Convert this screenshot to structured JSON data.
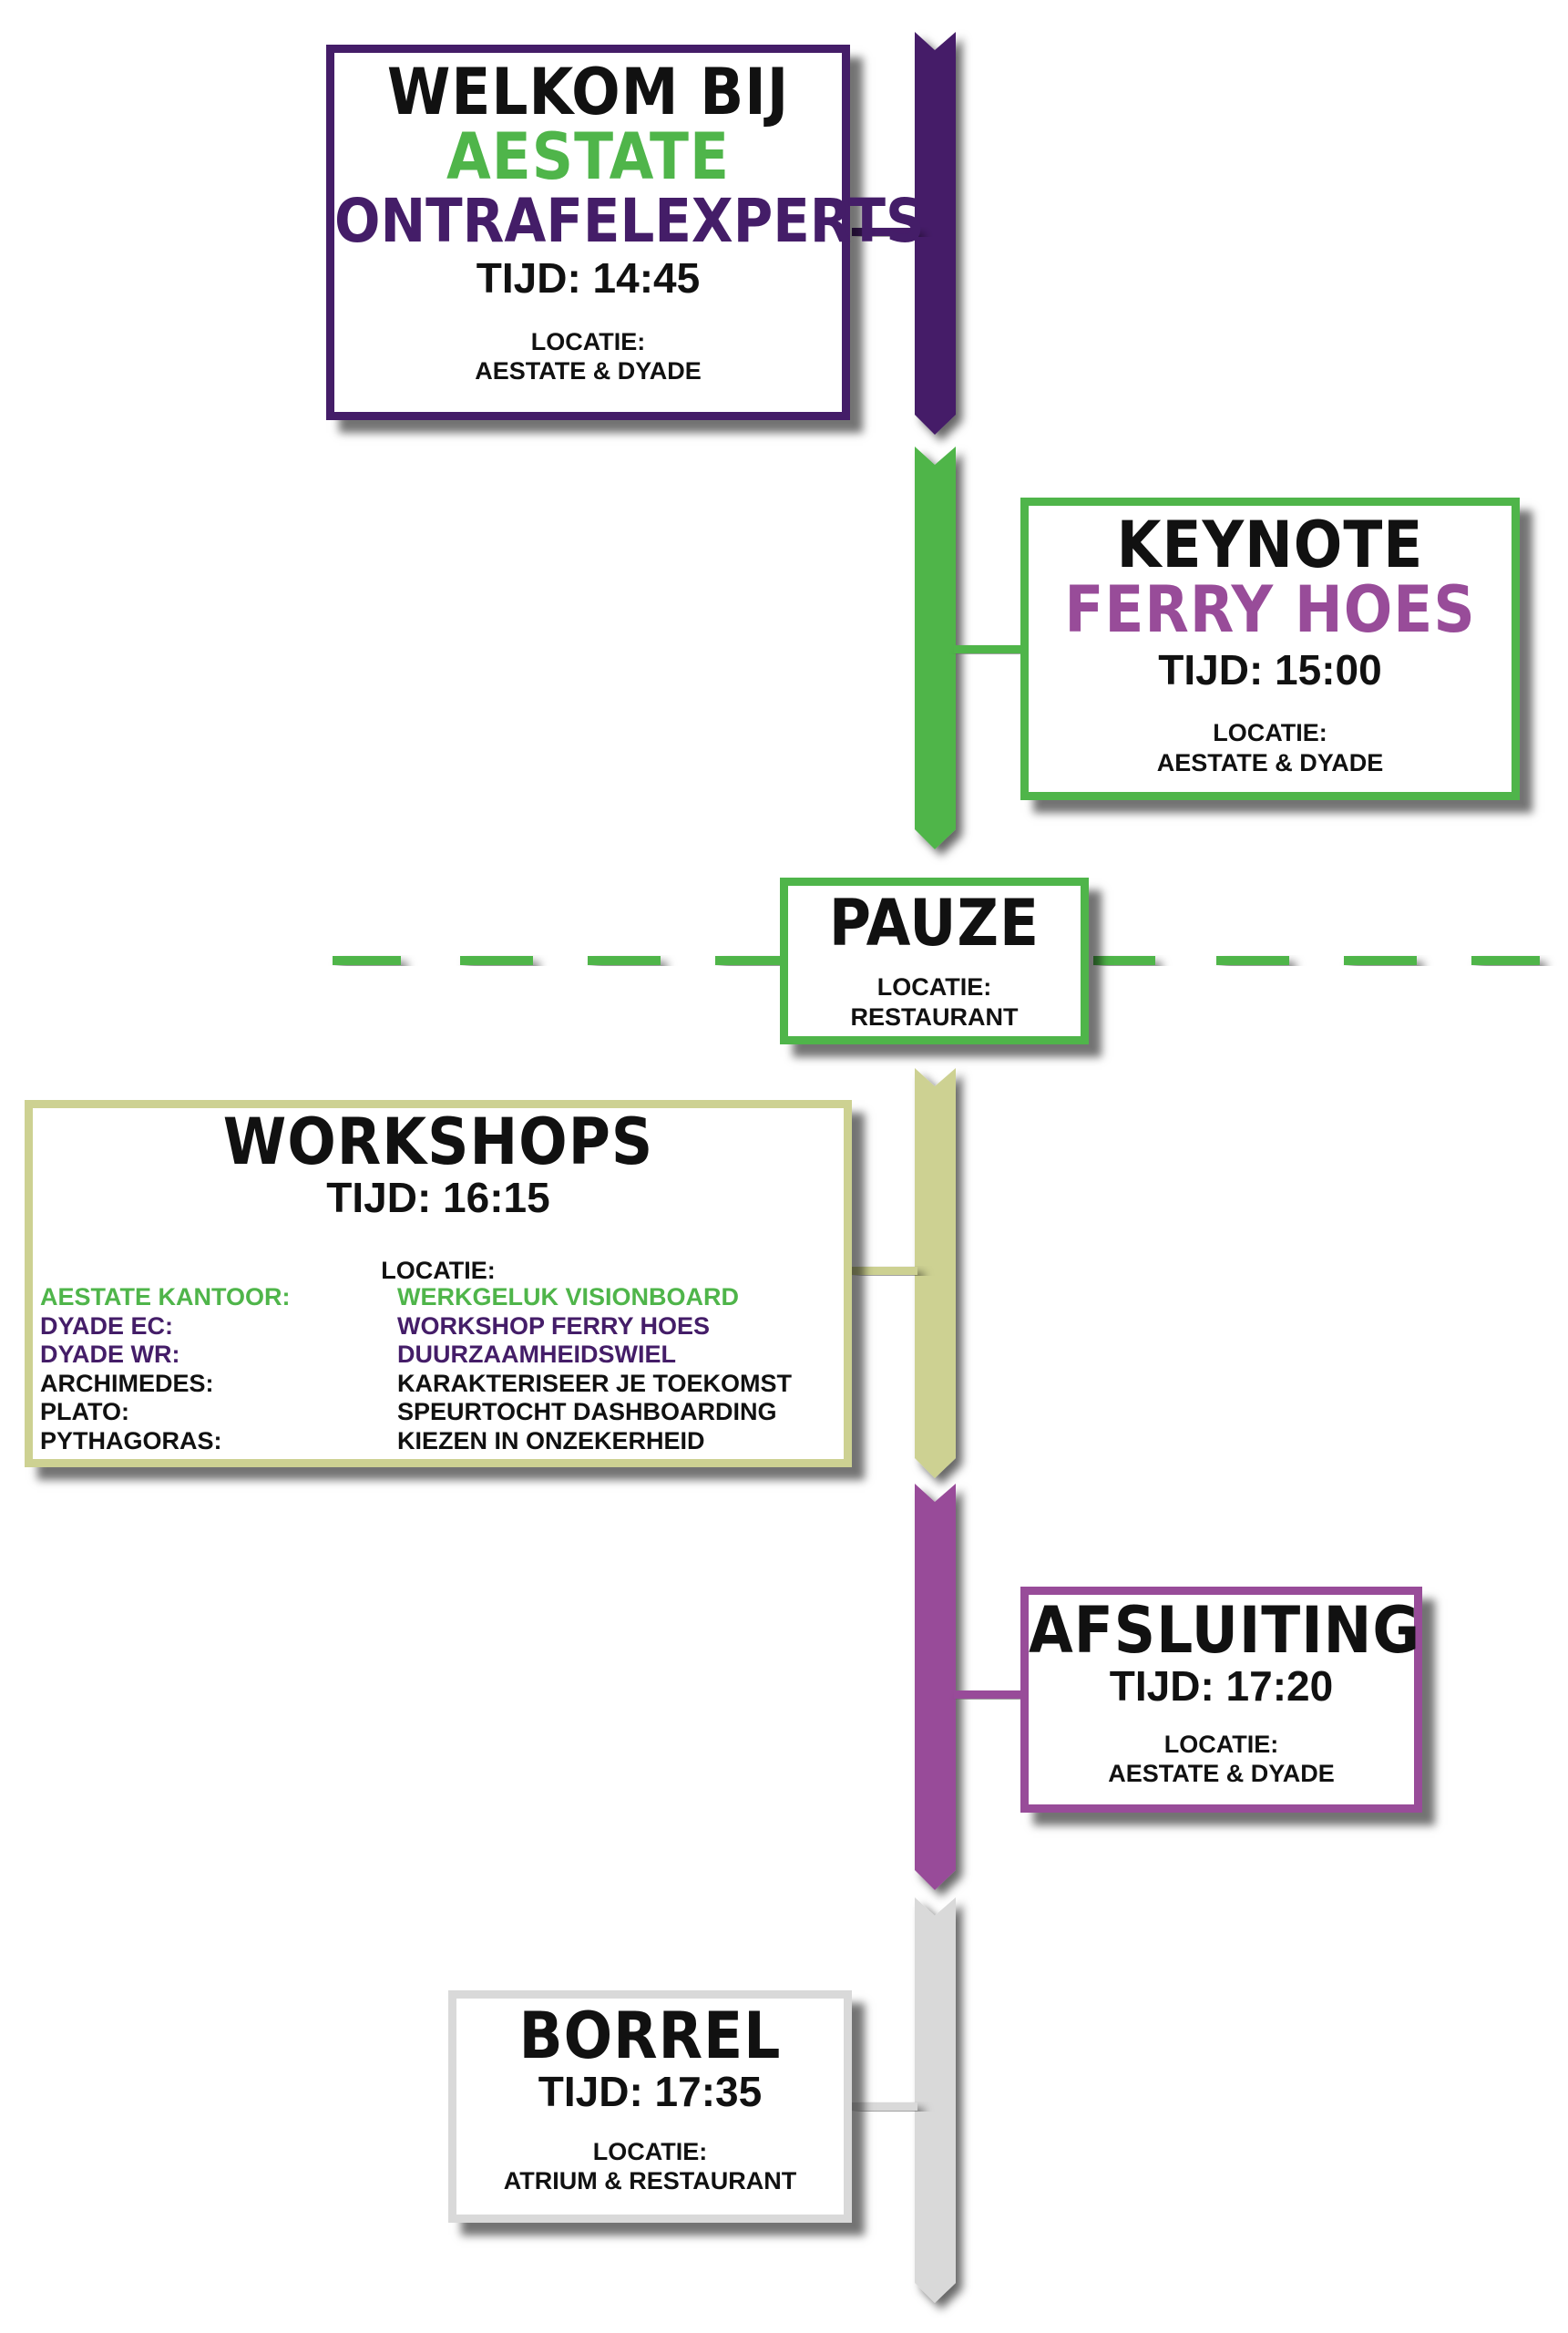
{
  "colors": {
    "purple_dark": "#441d68",
    "green": "#4fb54a",
    "olive": "#cdd192",
    "purple": "#984c99",
    "grey": "#d9d9d9",
    "workshop_purple": "#441d68"
  },
  "welcome": {
    "line1": "WELKOM BIJ",
    "line2": "AESTATE",
    "line3": "ONTRAFELEXPERTS",
    "time": "TIJD: 14:45",
    "loc_label": "LOCATIE:",
    "loc": "AESTATE & DYADE"
  },
  "keynote": {
    "line1": "KEYNOTE",
    "line2": "FERRY HOES",
    "time": "TIJD: 15:00",
    "loc_label": "LOCATIE:",
    "loc": "AESTATE & DYADE"
  },
  "pauze": {
    "title": "PAUZE",
    "loc_label": "LOCATIE:",
    "loc": "RESTAURANT"
  },
  "workshops": {
    "title": "WORKSHOPS",
    "time": "TIJD: 16:15",
    "loc_label": "LOCATIE:",
    "rows": [
      {
        "room": "AESTATE KANTOOR:",
        "session": "WERKGELUK VISIONBOARD",
        "color": "green"
      },
      {
        "room": "DYADE EC:",
        "session": "WORKSHOP FERRY HOES",
        "color": "purple"
      },
      {
        "room": "DYADE WR:",
        "session": "DUURZAAMHEIDSWIEL",
        "color": "purple"
      },
      {
        "room": "ARCHIMEDES:",
        "session": "KARAKTERISEER JE TOEKOMST",
        "color": "black"
      },
      {
        "room": "PLATO:",
        "session": "SPEURTOCHT DASHBOARDING",
        "color": "black"
      },
      {
        "room": "PYTHAGORAS:",
        "session": "KIEZEN IN ONZEKERHEID",
        "color": "black"
      }
    ]
  },
  "afsluiting": {
    "title": "AFSLUITING",
    "time": "TIJD: 17:20",
    "loc_label": "LOCATIE:",
    "loc": "AESTATE & DYADE"
  },
  "borrel": {
    "title": "BORREL",
    "time": "TIJD: 17:35",
    "loc_label": "LOCATIE:",
    "loc": "ATRIUM & RESTAURANT"
  }
}
